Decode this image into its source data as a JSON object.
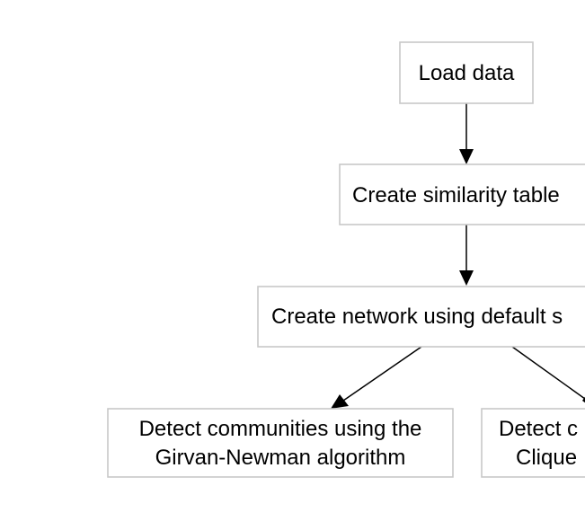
{
  "diagram": {
    "nodes": [
      {
        "id": "load",
        "lines": [
          "Load data"
        ]
      },
      {
        "id": "similarity",
        "lines": [
          "Create similarity table"
        ]
      },
      {
        "id": "network",
        "lines": [
          "Create network using default s"
        ]
      },
      {
        "id": "girvan",
        "lines": [
          "Detect communities using the",
          "Girvan-Newman algorithm"
        ]
      },
      {
        "id": "clique",
        "lines": [
          "Detect c",
          "Clique"
        ]
      }
    ],
    "edges": [
      {
        "from": "load",
        "to": "similarity"
      },
      {
        "from": "similarity",
        "to": "network"
      },
      {
        "from": "network",
        "to": "girvan"
      },
      {
        "from": "network",
        "to": "clique"
      }
    ]
  }
}
